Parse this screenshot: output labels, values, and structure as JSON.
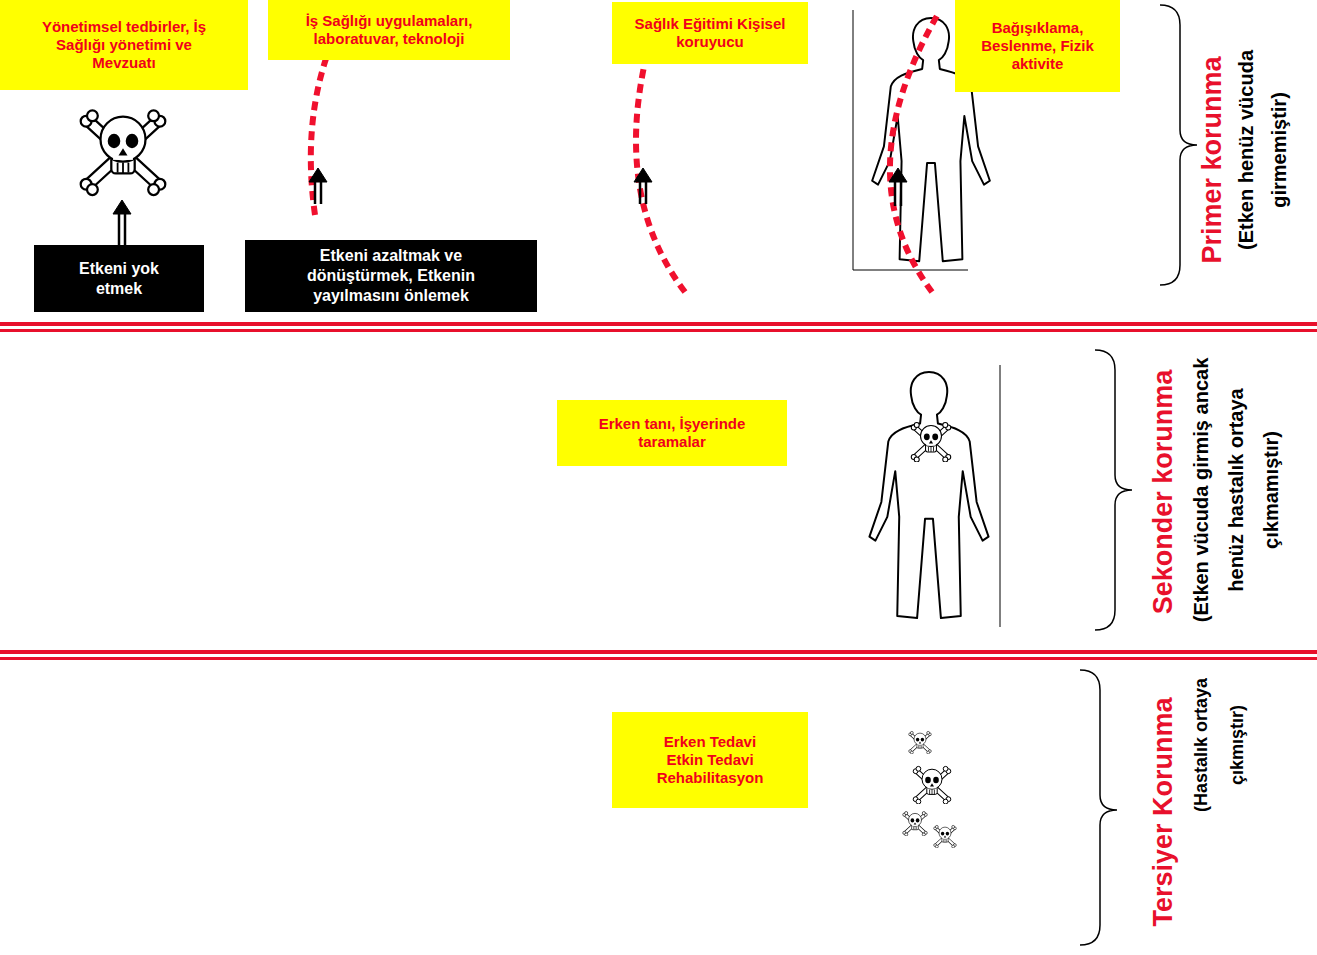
{
  "diagram": {
    "nodes": [
      {
        "text": [
          "Yönetimsel tedbirler, İş Sağlığı yönetimi ve Mevzuatı"
        ]
      },
      {
        "text": [
          "İş Sağlığı uygulamaları, laboratuvar, teknoloji"
        ]
      },
      {
        "text": [
          "Sağlık Eğitimi Kişisel koruyucu"
        ]
      },
      {
        "text": [
          "Bağışıklama, Beslenme, Fizik aktivite"
        ]
      },
      {
        "text": [
          "Etkeni yok etmek"
        ]
      },
      {
        "text": [
          "Etkeni azaltmak ve dönüştürmek, Etkenin yayılmasını önlemek"
        ]
      },
      {
        "text": [
          "Erken tanı, İşyerinde taramalar"
        ]
      },
      {
        "text": [
          "Erken Tedavi Etkin Tedavi Rehabilitasyon"
        ]
      }
    ],
    "labels": [
      "Primer korunma",
      "(Etken henüz vücuda girmemiştir)",
      "Sekonder korunma",
      "(Etken vücuda girmiş ancak henüz hastalık ortaya çıkmamıştır)",
      "Tersiyer Korunma",
      "(Hastalık ortaya çıkmıştır)"
    ]
  }
}
